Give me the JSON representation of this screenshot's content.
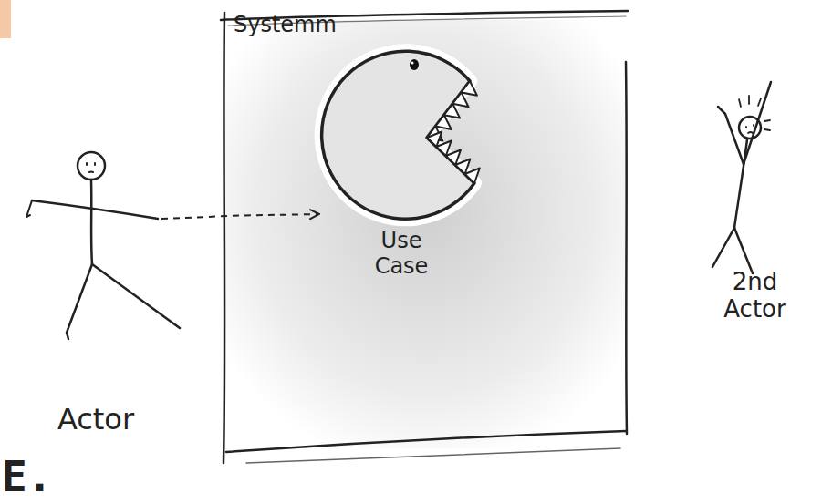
{
  "diagram": {
    "nodes": [
      {
        "text": [
          "Actor"
        ]
      },
      {
        "text": [
          "Systemm"
        ]
      },
      {
        "text": [
          "Use Case"
        ],
        "in": 1
      },
      {
        "text": [
          "2nd Actor"
        ]
      }
    ],
    "edges": [
      {
        "from": 0,
        "to": 2,
        "arrow": "to"
      }
    ],
    "labels": [
      "E."
    ]
  }
}
